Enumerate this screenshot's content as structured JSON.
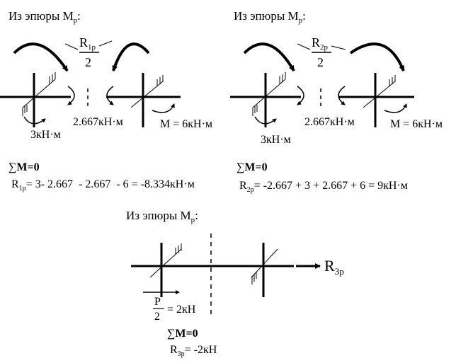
{
  "panels": [
    {
      "heading": {
        "main": "Из эпюры M",
        "sub": "p",
        "tail": ":"
      },
      "reaction": {
        "main": "R",
        "sub": "1p",
        "den": "2"
      },
      "mid_moment": "2.667кН·м",
      "left_moment": "3кН·м",
      "right_moment": "M = 6кН·м",
      "sum_label": {
        "sym": "∑",
        "text": "M=0"
      },
      "equation": {
        "lhs": "R",
        "sub": "1p",
        "rhs": "= 3- 2.667  - 2.667  - 6 = -8.334кН·м"
      }
    },
    {
      "heading": {
        "main": "Из эпюры M",
        "sub": "p",
        "tail": ":"
      },
      "reaction": {
        "main": "R",
        "sub": "2p",
        "den": "2"
      },
      "mid_moment": "2.667кН·м",
      "left_moment": "3кН·м",
      "right_moment": "M = 6кН·м",
      "sum_label": {
        "sym": "∑",
        "text": "M=0"
      },
      "equation": {
        "lhs": "R",
        "sub": "2p",
        "rhs": "= -2.667 + 3 + 2.667 + 6 = 9кН·м"
      }
    },
    {
      "heading": {
        "main": "Из эпюры M",
        "sub": "p",
        "tail": ":"
      },
      "reaction": {
        "main": "R",
        "sub": "3p"
      },
      "force": {
        "num": "P",
        "den": "2",
        "value": "= 2кН"
      },
      "sum_label": {
        "sym": "∑",
        "text": "M=0"
      },
      "equation": {
        "lhs": "R",
        "sub": "3p",
        "rhs": "= -2кН"
      }
    }
  ]
}
